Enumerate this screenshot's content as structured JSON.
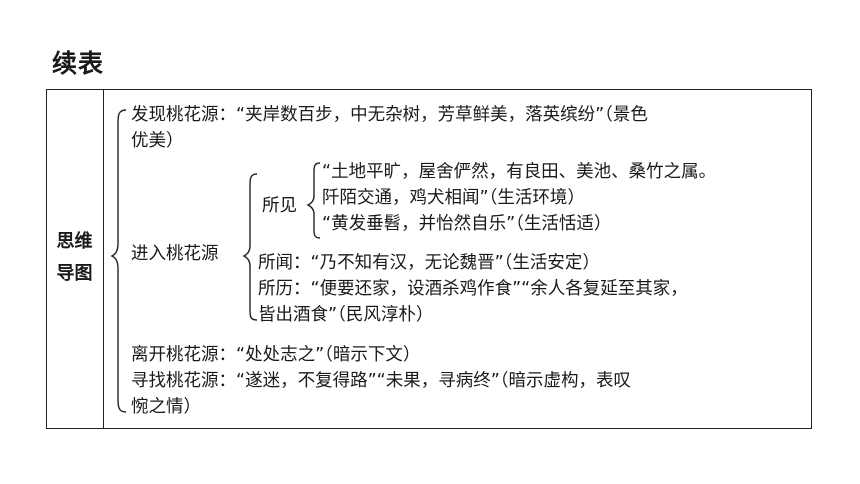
{
  "title": "续表",
  "row_label": [
    "思维",
    "导图"
  ],
  "discover": {
    "line1": "发现桃花源：“夹岸数百步，中无杂树，芳草鲜美，落英缤纷”（景色",
    "line2": "优美）"
  },
  "enter": {
    "label": "进入桃花源",
    "seen_label": "所见",
    "seen": [
      "“土地平旷，屋舍俨然，有良田、美池、桑竹之属。",
      "阡陌交通，鸡犬相闻”（生活环境）",
      "“黄发垂髫，并怡然自乐”（生活恬适）"
    ],
    "heard": "所闻：“乃不知有汉，无论魏晋”（生活安定）",
    "experienced_line1": "所历：“便要还家，设酒杀鸡作食”“余人各复延至其家，",
    "experienced_line2": "皆出酒食”（民风淳朴）"
  },
  "leave": "离开桃花源：“处处志之”（暗示下文）",
  "search": {
    "line1": "寻找桃花源：“遂迷，不复得路”“未果，寻病终”（暗示虚构，表叹",
    "line2": "惋之情）"
  }
}
